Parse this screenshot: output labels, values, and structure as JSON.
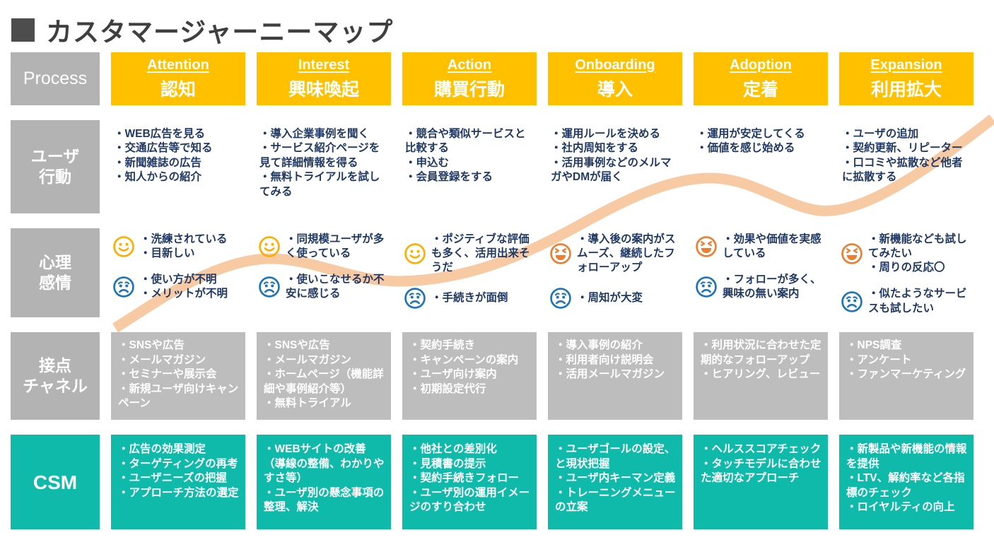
{
  "title": "カスタマージャーニーマップ",
  "process_label": "Process",
  "colors": {
    "stage_yellow": "#FFC000",
    "label_gray": "#B3B3B3",
    "touch_gray": "#BDBDBD",
    "csm_teal": "#0FBAAB",
    "text_navy": "#1F3864",
    "title_gray": "#3F3F3F",
    "curve_peach": "#F7CAA4",
    "face_happy": "#FFAE00",
    "face_worried": "#1C75BC",
    "face_laugh": "#ED7D31"
  },
  "stages": [
    {
      "id": "attention",
      "en": "Attention",
      "ja": "認知"
    },
    {
      "id": "interest",
      "en": "Interest",
      "ja": "興味喚起"
    },
    {
      "id": "action",
      "en": "Action",
      "ja": "購買行動"
    },
    {
      "id": "onboarding",
      "en": "Onboarding",
      "ja": "導入"
    },
    {
      "id": "adoption",
      "en": "Adoption",
      "ja": "定着"
    },
    {
      "id": "expansion",
      "en": "Expansion",
      "ja": "利用拡大"
    }
  ],
  "rows": {
    "user_action": {
      "label": "ユーザ\n行動",
      "cells": [
        [
          "・WEB広告を見る",
          "・交通広告等で知る",
          "・新聞雑誌の広告",
          "・知人からの紹介"
        ],
        [
          "・導入企業事例を聞く",
          "・サービス紹介ページを見て詳細情報を得る",
          "・無料トライアルを試してみる"
        ],
        [
          "・競合や類似サービスと比較する",
          "・申込む",
          "・会員登録をする"
        ],
        [
          "・運用ルールを決める",
          "・社内周知をする",
          "・活用事例などのメルマガやDMが届く"
        ],
        [
          "・運用が安定してくる",
          "・価値を感じ始める"
        ],
        [
          "・ユーザの追加",
          "・契約更新、リピーター",
          "・口コミや拡散など他者に拡散する"
        ]
      ]
    },
    "emotion": {
      "label": "心理\n感情",
      "cells": [
        {
          "positive": {
            "mood": "happy",
            "lines": [
              "・洗練されている",
              "・目新しい"
            ]
          },
          "negative": {
            "mood": "worried",
            "lines": [
              "・使い方が不明",
              "・メリットが不明"
            ]
          }
        },
        {
          "positive": {
            "mood": "happy",
            "lines": [
              "・同規模ユーザが多く使っている"
            ]
          },
          "negative": {
            "mood": "worried",
            "lines": [
              "・使いこなせるか不安に感じる"
            ]
          }
        },
        {
          "positive": {
            "mood": "happy",
            "lines": [
              "・ポジティブな評価も多く、活用出来そうだ"
            ]
          },
          "negative": {
            "mood": "worried",
            "lines": [
              "・手続きが面倒"
            ]
          }
        },
        {
          "positive": {
            "mood": "laugh",
            "lines": [
              "・導入後の案内がスムーズ、継続したフォローアップ"
            ]
          },
          "negative": {
            "mood": "worried",
            "lines": [
              "・周知が大変"
            ]
          }
        },
        {
          "positive": {
            "mood": "laugh",
            "lines": [
              "・効果や価値を実感している"
            ]
          },
          "negative": {
            "mood": "worried",
            "lines": [
              "・フォローが多く、興味の無い案内"
            ]
          }
        },
        {
          "positive": {
            "mood": "laugh",
            "lines": [
              "・新機能なども試してみたい",
              "・周りの反応〇"
            ]
          },
          "negative": {
            "mood": "worried",
            "lines": [
              "・似たようなサービスも試したい"
            ]
          }
        }
      ]
    },
    "touchpoints": {
      "label": "接点\nチャネル",
      "cells": [
        [
          "・SNSや広告",
          "・メールマガジン",
          "・セミナーや展示会",
          "・新規ユーザ向けキャンペーン"
        ],
        [
          "・SNSや広告",
          "・メールマガジン",
          "・ホームページ（機能詳細や事例紹介等）",
          "・無料トライアル"
        ],
        [
          "・契約手続き",
          "・キャンペーンの案内",
          "・ユーザ向け案内",
          "・初期設定代行"
        ],
        [
          "・導入事例の紹介",
          "・利用者向け説明会",
          "・活用メールマガジン"
        ],
        [
          "・利用状況に合わせた定期的なフォローアップ",
          "・ヒアリング、レビュー"
        ],
        [
          "・NPS調査",
          "・アンケート",
          "・ファンマーケティング"
        ]
      ]
    },
    "csm": {
      "label": "CSM",
      "cells": [
        [
          "・広告の効果測定",
          "・ターゲティングの再考",
          "・ユーザニーズの把握",
          "・アプローチ方法の選定"
        ],
        [
          "・WEBサイトの改善（導線の整備、わかりやすさ等）",
          "・ユーザ別の懸念事項の整理、解決"
        ],
        [
          "・他社との差別化",
          "・見積書の提示",
          "・契約手続きフォロー",
          "・ユーザ別の運用イメージのすり合わせ"
        ],
        [
          "・ユーザゴールの設定、と現状把握",
          "・ユーザ内キーマン定義",
          "・トレーニングメニューの立案"
        ],
        [
          "・ヘルススコアチェック",
          "・タッチモデルに合わせた適切なアプローチ"
        ],
        [
          "・新製品や新機能の情報を提供",
          "・LTV、解約率など各指標のチェック",
          "・ロイヤルティの向上"
        ]
      ]
    }
  }
}
